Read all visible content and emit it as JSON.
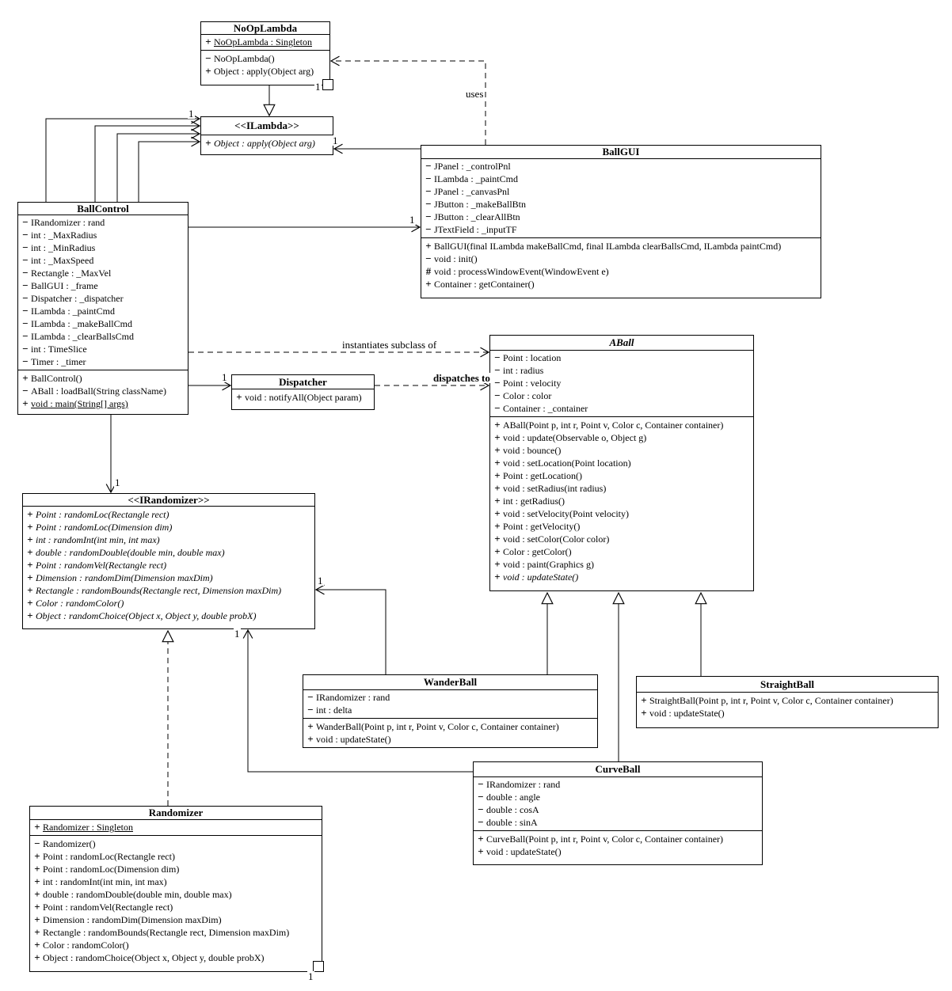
{
  "edge_labels": {
    "uses": "uses",
    "instantiates": "instantiates subclass of",
    "dispatches": "dispatches to",
    "one": "1"
  },
  "classes": {
    "noOpLambda": {
      "title": "NoOpLambda",
      "fields": [
        {
          "vis": "+",
          "text": "NoOpLambda : Singleton",
          "underline": true
        }
      ],
      "methods": [
        {
          "vis": "−",
          "text": "NoOpLambda()"
        },
        {
          "vis": "+",
          "text": "Object : apply(Object arg)"
        }
      ]
    },
    "iLambda": {
      "title": "<<ILambda>>",
      "methods": [
        {
          "vis": "+",
          "text": "Object : apply(Object arg)",
          "italic": true
        }
      ]
    },
    "ballGUI": {
      "title": "BallGUI",
      "fields": [
        {
          "vis": "−",
          "text": "JPanel : _controlPnl"
        },
        {
          "vis": "−",
          "text": "ILambda : _paintCmd"
        },
        {
          "vis": "−",
          "text": "JPanel : _canvasPnl"
        },
        {
          "vis": "−",
          "text": "JButton : _makeBallBtn"
        },
        {
          "vis": "−",
          "text": "JButton : _clearAllBtn"
        },
        {
          "vis": "−",
          "text": "JTextField : _inputTF"
        }
      ],
      "methods": [
        {
          "vis": "+",
          "text": "BallGUI(final ILambda makeBallCmd, final ILambda clearBallsCmd, ILambda paintCmd)"
        },
        {
          "vis": "−",
          "text": "void : init()"
        },
        {
          "vis": "#",
          "text": "void : processWindowEvent(WindowEvent e)"
        },
        {
          "vis": "+",
          "text": "Container : getContainer()"
        }
      ]
    },
    "ballControl": {
      "title": "BallControl",
      "fields": [
        {
          "vis": "−",
          "text": "IRandomizer : rand"
        },
        {
          "vis": "−",
          "text": "int : _MaxRadius"
        },
        {
          "vis": "−",
          "text": "int : _MinRadius"
        },
        {
          "vis": "−",
          "text": "int : _MaxSpeed"
        },
        {
          "vis": "−",
          "text": "Rectangle : _MaxVel"
        },
        {
          "vis": "−",
          "text": "BallGUI : _frame"
        },
        {
          "vis": "−",
          "text": "Dispatcher : _dispatcher"
        },
        {
          "vis": "−",
          "text": "ILambda : _paintCmd"
        },
        {
          "vis": "−",
          "text": "ILambda : _makeBallCmd"
        },
        {
          "vis": "−",
          "text": "ILambda : _clearBallsCmd"
        },
        {
          "vis": "−",
          "text": "int : TimeSlice"
        },
        {
          "vis": "−",
          "text": "Timer : _timer"
        }
      ],
      "methods": [
        {
          "vis": "+",
          "text": "BallControl()"
        },
        {
          "vis": "−",
          "text": "ABall : loadBall(String className)"
        },
        {
          "vis": "+",
          "text": "void : main(String[] args)",
          "underline": true
        }
      ]
    },
    "dispatcher": {
      "title": "Dispatcher",
      "methods": [
        {
          "vis": "+",
          "text": "void : notifyAll(Object param)"
        }
      ]
    },
    "aBall": {
      "title": "ABall",
      "title_italic": true,
      "fields": [
        {
          "vis": "−",
          "text": "Point : location"
        },
        {
          "vis": "−",
          "text": "int : radius"
        },
        {
          "vis": "−",
          "text": "Point : velocity"
        },
        {
          "vis": "−",
          "text": "Color : color"
        },
        {
          "vis": "−",
          "text": "Container : _container"
        }
      ],
      "methods": [
        {
          "vis": "+",
          "text": "ABall(Point p, int r, Point v, Color c, Container container)"
        },
        {
          "vis": "+",
          "text": "void : update(Observable o, Object g)"
        },
        {
          "vis": "+",
          "text": "void : bounce()"
        },
        {
          "vis": "+",
          "text": "void : setLocation(Point location)"
        },
        {
          "vis": "+",
          "text": "Point : getLocation()"
        },
        {
          "vis": "+",
          "text": "void : setRadius(int radius)"
        },
        {
          "vis": "+",
          "text": "int : getRadius()"
        },
        {
          "vis": "+",
          "text": "void : setVelocity(Point velocity)"
        },
        {
          "vis": "+",
          "text": "Point : getVelocity()"
        },
        {
          "vis": "+",
          "text": "void : setColor(Color color)"
        },
        {
          "vis": "+",
          "text": "Color : getColor()"
        },
        {
          "vis": "+",
          "text": "void : paint(Graphics g)"
        },
        {
          "vis": "+",
          "text": "void : updateState()",
          "italic": true
        }
      ]
    },
    "iRandomizer": {
      "title": "<<IRandomizer>>",
      "methods": [
        {
          "vis": "+",
          "text": "Point : randomLoc(Rectangle rect)",
          "italic": true
        },
        {
          "vis": "+",
          "text": "Point : randomLoc(Dimension dim)",
          "italic": true
        },
        {
          "vis": "+",
          "text": "int : randomInt(int min, int max)",
          "italic": true
        },
        {
          "vis": "+",
          "text": "double : randomDouble(double min, double max)",
          "italic": true
        },
        {
          "vis": "+",
          "text": "Point : randomVel(Rectangle rect)",
          "italic": true
        },
        {
          "vis": "+",
          "text": "Dimension : randomDim(Dimension maxDim)",
          "italic": true
        },
        {
          "vis": "+",
          "text": "Rectangle : randomBounds(Rectangle rect, Dimension maxDim)",
          "italic": true
        },
        {
          "vis": "+",
          "text": "Color : randomColor()",
          "italic": true
        },
        {
          "vis": "+",
          "text": "Object : randomChoice(Object x, Object y, double probX)",
          "italic": true
        }
      ]
    },
    "wanderBall": {
      "title": "WanderBall",
      "fields": [
        {
          "vis": "−",
          "text": "IRandomizer : rand"
        },
        {
          "vis": "−",
          "text": "int : delta"
        }
      ],
      "methods": [
        {
          "vis": "+",
          "text": "WanderBall(Point p, int r, Point v, Color c, Container container)"
        },
        {
          "vis": "+",
          "text": "void : updateState()"
        }
      ]
    },
    "straightBall": {
      "title": "StraightBall",
      "methods": [
        {
          "vis": "+",
          "text": "StraightBall(Point p, int r, Point v, Color c, Container container)"
        },
        {
          "vis": "+",
          "text": "void : updateState()"
        }
      ]
    },
    "curveBall": {
      "title": "CurveBall",
      "fields": [
        {
          "vis": "−",
          "text": "IRandomizer : rand"
        },
        {
          "vis": "−",
          "text": "double : angle"
        },
        {
          "vis": "−",
          "text": "double : cosA"
        },
        {
          "vis": "−",
          "text": "double : sinA"
        }
      ],
      "methods": [
        {
          "vis": "+",
          "text": "CurveBall(Point p, int r, Point v, Color c, Container container)"
        },
        {
          "vis": "+",
          "text": "void : updateState()"
        }
      ]
    },
    "randomizer": {
      "title": "Randomizer",
      "fields": [
        {
          "vis": "+",
          "text": "Randomizer : Singleton",
          "underline": true
        }
      ],
      "methods": [
        {
          "vis": "−",
          "text": "Randomizer()"
        },
        {
          "vis": "+",
          "text": "Point : randomLoc(Rectangle rect)"
        },
        {
          "vis": "+",
          "text": "Point : randomLoc(Dimension dim)"
        },
        {
          "vis": "+",
          "text": "int : randomInt(int min, int max)"
        },
        {
          "vis": "+",
          "text": "double : randomDouble(double min, double max)"
        },
        {
          "vis": "+",
          "text": "Point : randomVel(Rectangle rect)"
        },
        {
          "vis": "+",
          "text": "Dimension : randomDim(Dimension maxDim)"
        },
        {
          "vis": "+",
          "text": "Rectangle : randomBounds(Rectangle rect, Dimension maxDim)"
        },
        {
          "vis": "+",
          "text": "Color : randomColor()"
        },
        {
          "vis": "+",
          "text": "Object : randomChoice(Object x, Object y, double probX)"
        }
      ]
    }
  }
}
